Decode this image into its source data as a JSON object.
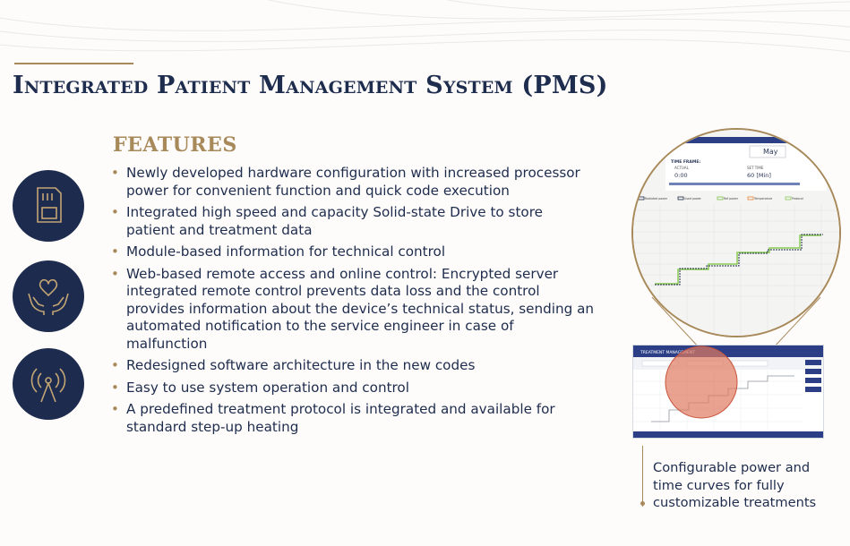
{
  "title": "Integrated Patient Management System (PMS)",
  "features_heading": "FEATURES",
  "icons": [
    {
      "name": "memory-card-icon"
    },
    {
      "name": "heart-hands-icon"
    },
    {
      "name": "broadcast-tower-icon"
    }
  ],
  "features": [
    "Newly developed hardware configuration with increased processor power for convenient function and quick code execution",
    "Integrated high speed and capacity Solid-state Drive to store patient and treatment data",
    "Module-based information for technical control",
    "Web-based remote access and online control: Encrypted server integrated remote control prevents data loss and the control provides information about the device’s technical status, sending an automated notification to the service engineer in case of malfunction",
    "Redesigned software architecture in the new codes",
    "Easy to use system operation and control",
    "A predefined treatment protocol is integrated and available for standard step-up heating"
  ],
  "screen_zoom": {
    "dropdown_value": "May",
    "time_frame_label": "TIME FRAME:",
    "actual_label": "ACTUAL",
    "actual_value": "0:00",
    "set_time_label": "SET TIME",
    "set_time_value": "60 [Min]",
    "legend": [
      "Radiated power",
      "Used power",
      "Ref power",
      "Temperature",
      "Protocol"
    ]
  },
  "screen_thumb": {
    "header": "TREATMENT MANAGEMENT"
  },
  "caption": "Configurable power and time curves for fully customizable treatments",
  "colors": {
    "navy": "#1c2b4e",
    "gold": "#a8895a",
    "highlight": "#e07a5f"
  }
}
